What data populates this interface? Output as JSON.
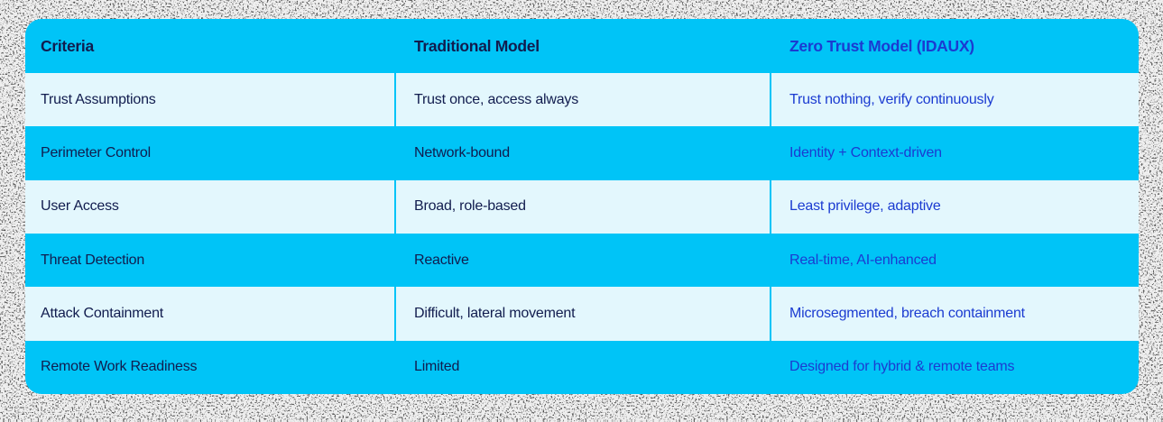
{
  "table": {
    "columns": [
      {
        "label": "Criteria"
      },
      {
        "label": "Traditional Model"
      },
      {
        "label": "Zero Trust Model (IDAUX)"
      }
    ],
    "rows": [
      {
        "criteria": "Trust Assumptions",
        "traditional": "Trust once, access always",
        "zero_trust": "Trust nothing, verify continuously"
      },
      {
        "criteria": "Perimeter Control",
        "traditional": "Network-bound",
        "zero_trust": "Identity + Context-driven"
      },
      {
        "criteria": "User Access",
        "traditional": "Broad, role-based",
        "zero_trust": "Least privilege, adaptive"
      },
      {
        "criteria": "Threat Detection",
        "traditional": "Reactive",
        "zero_trust": "Real-time, AI-enhanced"
      },
      {
        "criteria": "Attack Containment",
        "traditional": "Difficult, lateral movement",
        "zero_trust": "Microsegmented, breach containment"
      },
      {
        "criteria": "Remote Work Readiness",
        "traditional": "Limited",
        "zero_trust": "Designed for hybrid & remote teams"
      }
    ]
  },
  "colors": {
    "cyan_row": "#00C4F7",
    "light_row": "#E3F7FD",
    "navy_text": "#111C4E",
    "blue_text": "#1B3BD1",
    "background": "#000000"
  },
  "chart_data": {
    "type": "table",
    "title": "",
    "columns": [
      "Criteria",
      "Traditional Model",
      "Zero Trust Model (IDAUX)"
    ],
    "rows": [
      [
        "Trust Assumptions",
        "Trust once, access always",
        "Trust nothing, verify continuously"
      ],
      [
        "Perimeter Control",
        "Network-bound",
        "Identity + Context-driven"
      ],
      [
        "User Access",
        "Broad, role-based",
        "Least privilege, adaptive"
      ],
      [
        "Threat Detection",
        "Reactive",
        "Real-time, AI-enhanced"
      ],
      [
        "Attack Containment",
        "Difficult, lateral movement",
        "Microsegmented, breach containment"
      ],
      [
        "Remote Work Readiness",
        "Limited",
        "Designed for hybrid & remote teams"
      ]
    ],
    "layout_hints": {
      "header_background": "#00C4F7",
      "alternating_row_backgrounds": [
        "#E3F7FD",
        "#00C4F7"
      ],
      "third_column_text_color": "#1B3BD1",
      "grid": "vertical dividers only, cyan"
    }
  }
}
